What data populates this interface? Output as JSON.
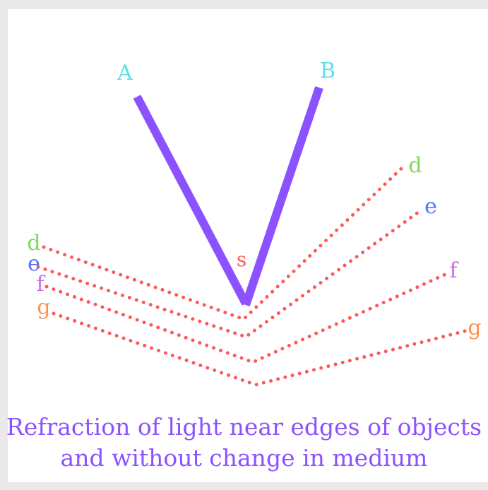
{
  "colors": {
    "background": "#e9e9e9",
    "panel": "#ffffff",
    "object": "#8c52ff",
    "label_ab": "#5ce1e6",
    "ray": "#ff5757",
    "label_s": "#ff5757",
    "label_d": "#7ed957",
    "label_e": "#5271ff",
    "label_f": "#cb6ce6",
    "label_g": "#ff914d",
    "caption": "#8c52ff"
  },
  "labels": {
    "A": "A",
    "B": "B",
    "s": "s",
    "d_left": "d",
    "e_left": "e",
    "f_left": "f",
    "g_left": "g",
    "d_right": "d",
    "e_right": "e",
    "f_right": "f",
    "g_right": "g"
  },
  "caption": {
    "line1": "Refraction of light near edges of objects",
    "line2": "and without change in medium"
  }
}
